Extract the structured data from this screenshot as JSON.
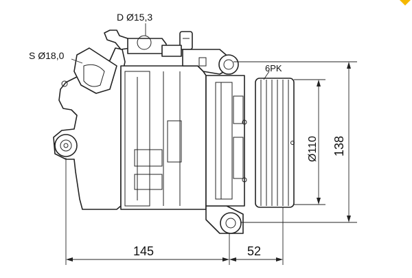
{
  "labels": {
    "discharge_port": "D Ø15,3",
    "suction_port": "S Ø18,0",
    "belt_profile": "6PK",
    "pulley_diameter": "Ø110",
    "height": "138",
    "length_body": "145",
    "length_pulley": "52"
  },
  "colors": {
    "line": "#222222",
    "background": "#ffffff",
    "corner_mark": "#f5b800"
  }
}
